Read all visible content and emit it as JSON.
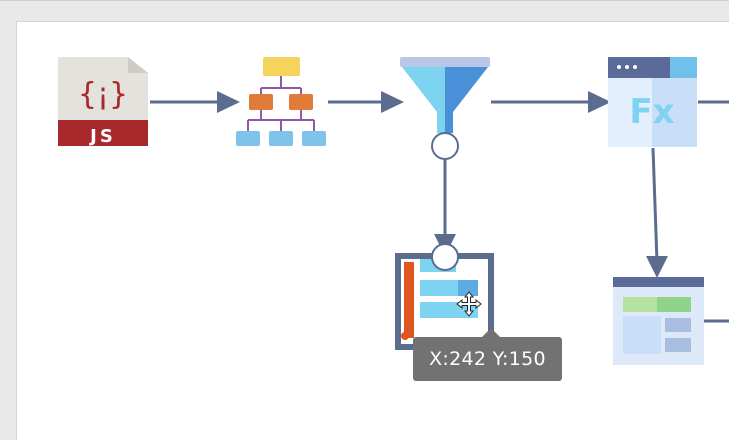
{
  "nodes": {
    "js_source": {
      "label": "JS"
    },
    "hierarchy": {},
    "filter": {},
    "formula": {
      "label": "Fx"
    },
    "list_output": {},
    "table_output": {}
  },
  "tooltip": {
    "text": "X:242 Y:150"
  },
  "colors": {
    "connector": "#5a6d8e",
    "js_red": "#a8292b",
    "js_paper": "#e4e2dc",
    "funnel_light": "#7dd3f0",
    "funnel_dark": "#4a90d9",
    "org_top": "#f5d45e",
    "org_mid": "#e07b39",
    "org_bottom": "#7fc3ea",
    "org_lines": "#8e5aa8",
    "table_header": "#5a6b99",
    "table_green": "#8fd48a",
    "tooltip_bg": "#727272"
  }
}
